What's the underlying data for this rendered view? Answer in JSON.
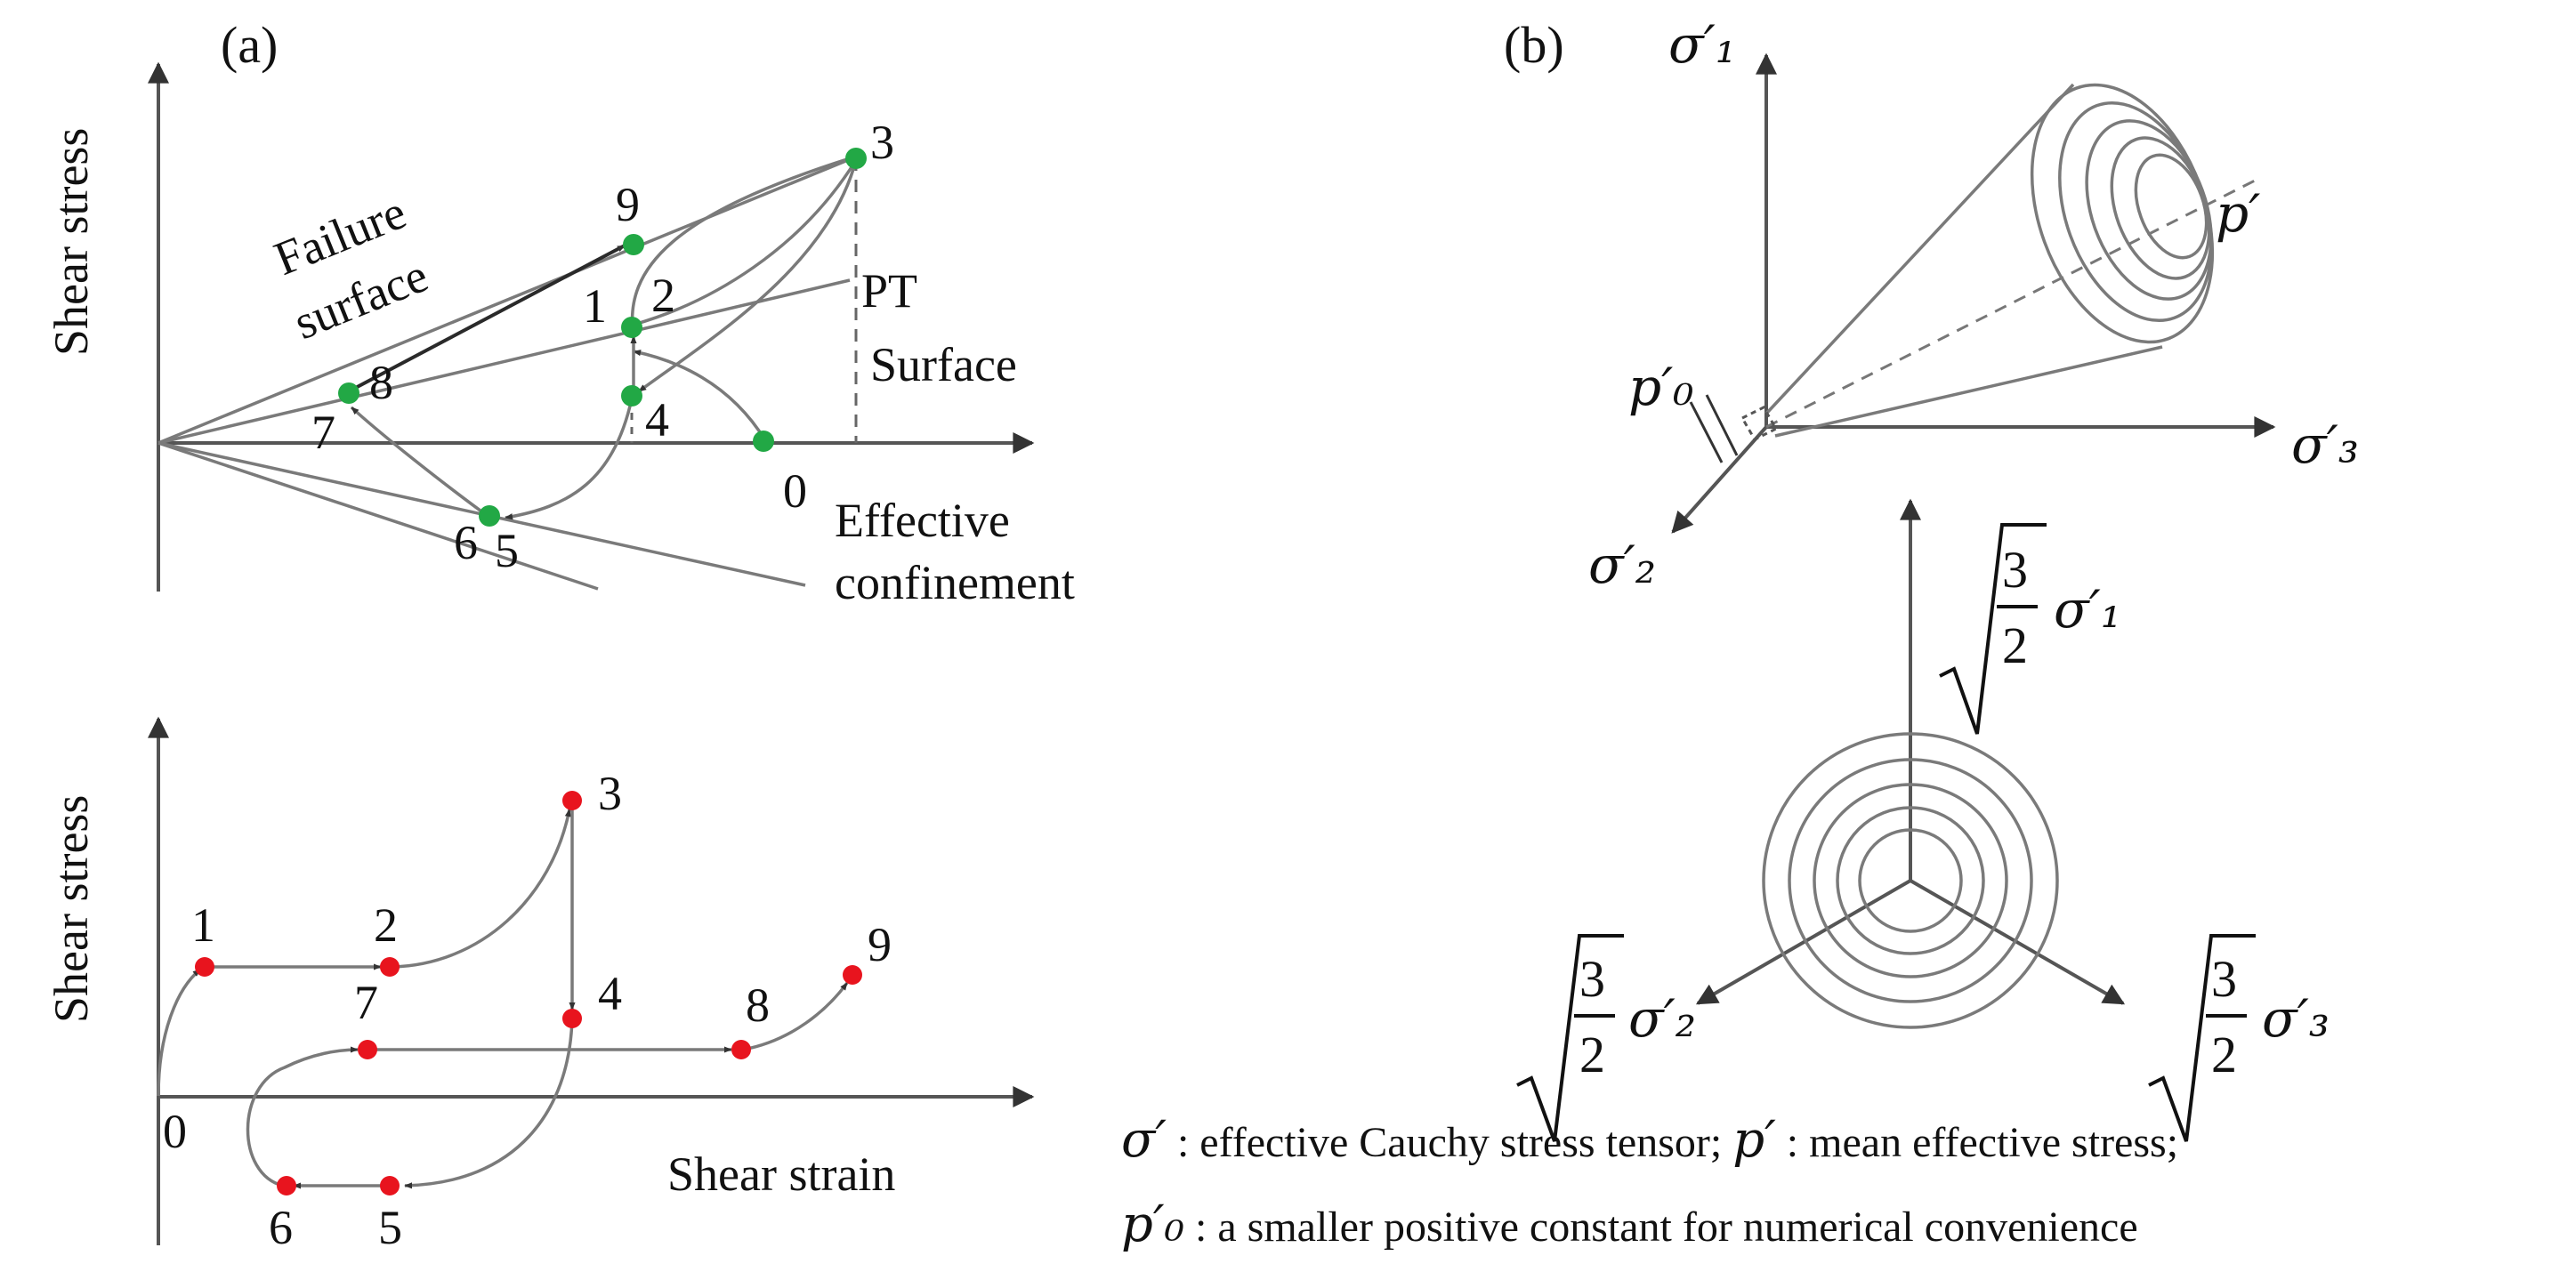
{
  "panel_a": {
    "label": "(a)",
    "stress_path": {
      "y_axis_label": "Shear stress",
      "x_axis_label_line1": "Effective",
      "x_axis_label_line2": "confinement",
      "failure_surface_line1": "Failure",
      "failure_surface_line2": "surface",
      "pt_surface_line1": "PT",
      "pt_surface_line2": "Surface",
      "points": [
        "0",
        "1",
        "2",
        "3",
        "4",
        "5",
        "6",
        "7",
        "8",
        "9"
      ],
      "point_color": "#22a845"
    },
    "stress_strain": {
      "y_axis_label": "Shear stress",
      "x_axis_label": "Shear strain",
      "points": [
        "0",
        "1",
        "2",
        "3",
        "4",
        "5",
        "6",
        "7",
        "8",
        "9"
      ],
      "point_color": "#e8141e"
    }
  },
  "panel_b": {
    "label": "(b)",
    "axis_sigma1": "σ′₁",
    "axis_sigma2": "σ′₂",
    "axis_sigma3": "σ′₃",
    "axis_p": "p′",
    "p0_label": "p′₀",
    "deviatoric_num": "3",
    "deviatoric_den": "2",
    "dev_sigma1": "σ′₁",
    "dev_sigma2": "σ′₂",
    "dev_sigma3": "σ′₃"
  },
  "legend": {
    "line1_sym1": "σ′",
    "line1_text1": " : effective Cauchy stress tensor;  ",
    "line1_sym2": "p′",
    "line1_text2": " : mean effective stress;",
    "line2_sym": "p′₀",
    "line2_text": " : a smaller positive constant for numerical convenience"
  }
}
